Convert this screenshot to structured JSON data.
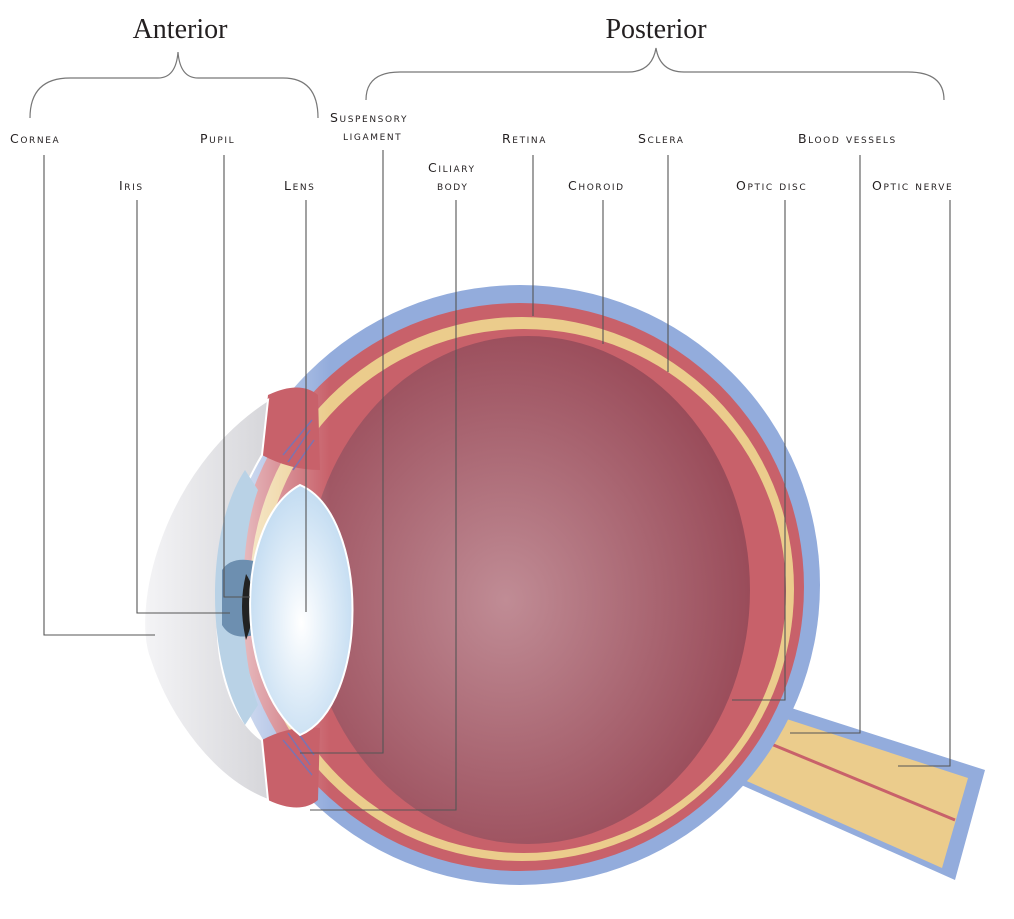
{
  "groups": {
    "anterior": "Anterior",
    "posterior": "Posterior"
  },
  "labels": {
    "cornea": "Cornea",
    "iris": "Iris",
    "pupil": "Pupil",
    "lens": "Lens",
    "suspensory_ligament_line1": "Suspensory",
    "suspensory_ligament_line2": "ligament",
    "ciliary_body_line1": "Ciliary",
    "ciliary_body_line2": "body",
    "retina": "Retina",
    "choroid": "Choroid",
    "sclera": "Sclera",
    "optic_disc": "Optic disc",
    "blood_vessels": "Blood vessels",
    "optic_nerve": "Optic nerve"
  },
  "colors": {
    "sclera": "#93acdc",
    "choroid": "#c8616a",
    "retina": "#ebcc8c",
    "vitreous_outer": "#9a4c5a",
    "vitreous_inner": "#c08c95",
    "cornea": "#e4e4e8",
    "aqueous": "#b9d2e6",
    "lens": "#bcd8f0",
    "iris": "#6d8fb0",
    "pupil": "#222222",
    "zonules": "#7c73b0"
  }
}
